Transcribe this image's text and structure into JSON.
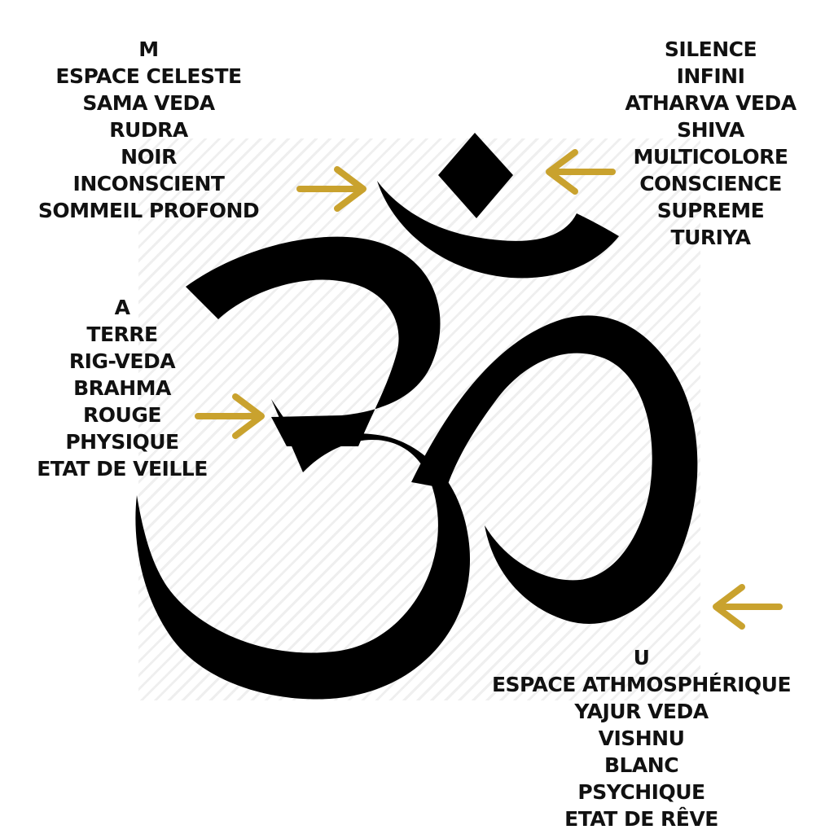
{
  "colors": {
    "symbol": "#000000",
    "arrow": "#c9a22e",
    "text": "#111111",
    "stripe": "#efefef"
  },
  "icons": {
    "symbol": "om-symbol",
    "arrow": "arrow-icon"
  },
  "labels": {
    "m": [
      "M",
      "ESPACE CELESTE",
      "SAMA VEDA",
      "RUDRA",
      "NOIR",
      "INCONSCIENT",
      "SOMMEIL PROFOND"
    ],
    "silence": [
      "SILENCE",
      "INFINI",
      "ATHARVA VEDA",
      "SHIVA",
      "MULTICOLORE",
      "CONSCIENCE",
      "SUPREME",
      "TURIYA"
    ],
    "a": [
      "A",
      "TERRE",
      "RIG-VEDA",
      "BRAHMA",
      "ROUGE",
      "PHYSIQUE",
      "ETAT DE VEILLE"
    ],
    "u": [
      "U",
      "ESPACE ATHMOSPHÉRIQUE",
      "YAJUR VEDA",
      "VISHNU",
      "BLANC",
      "PSYCHIQUE",
      "ETAT DE RÊVE"
    ]
  }
}
